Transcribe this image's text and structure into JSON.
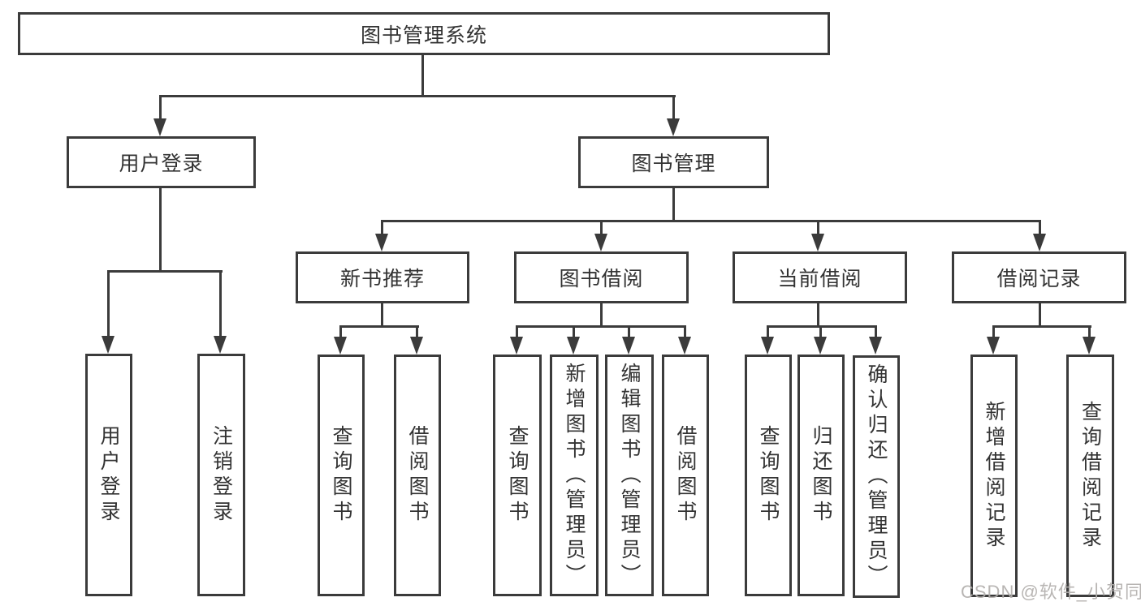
{
  "diagram": {
    "root": {
      "label": "图书管理系统"
    },
    "children": [
      {
        "label": "用户登录",
        "children": [
          {
            "label": "用户登录"
          },
          {
            "label": "注销登录"
          }
        ]
      },
      {
        "label": "图书管理",
        "children": [
          {
            "label": "新书推荐",
            "children": [
              {
                "label": "查询图书"
              },
              {
                "label": "借阅图书"
              }
            ]
          },
          {
            "label": "图书借阅",
            "children": [
              {
                "label": "查询图书"
              },
              {
                "label": "新增图书（管理员）"
              },
              {
                "label": "编辑图书（管理员）"
              },
              {
                "label": "借阅图书"
              }
            ]
          },
          {
            "label": "当前借阅",
            "children": [
              {
                "label": "查询图书"
              },
              {
                "label": "归还图书"
              },
              {
                "label": "确认归还（管理员）"
              }
            ]
          },
          {
            "label": "借阅记录",
            "children": [
              {
                "label": "新增借阅记录"
              },
              {
                "label": "查询借阅记录"
              }
            ]
          }
        ]
      }
    ]
  },
  "watermark": {
    "text": "CSDN @软件_小贺同学"
  },
  "colors": {
    "line": "#3b3b3b",
    "ink": "#333333",
    "wm": "#b1aeab",
    "bg": "#ffffff"
  }
}
